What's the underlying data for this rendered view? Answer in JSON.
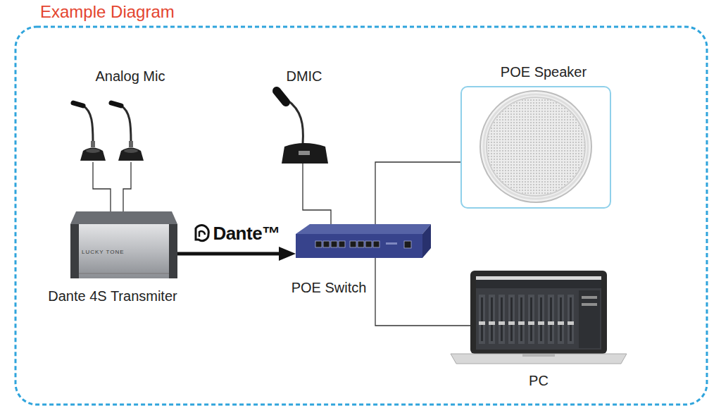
{
  "diagram": {
    "title": "Example Diagram",
    "nodes": [
      {
        "text": [
          "Analog Mic"
        ]
      },
      {
        "text": [
          "DMIC"
        ]
      },
      {
        "text": [
          "POE Speaker"
        ]
      },
      {
        "text": [
          "Dante 4S Transmiter"
        ]
      },
      {
        "text": [
          "POE Switch"
        ]
      },
      {
        "text": [
          "PC"
        ]
      }
    ],
    "edges": [
      {
        "from": 0,
        "to": 3,
        "arrow": "none"
      },
      {
        "from": 0,
        "to": 3,
        "arrow": "none"
      },
      {
        "from": 3,
        "to": 4,
        "label": "Dante™",
        "arrow": "to"
      },
      {
        "from": 1,
        "to": 4,
        "arrow": "none"
      },
      {
        "from": 4,
        "to": 2,
        "arrow": "none"
      },
      {
        "from": 4,
        "to": 5,
        "arrow": "none"
      }
    ],
    "labels": [
      "LUCKY TONE"
    ]
  }
}
